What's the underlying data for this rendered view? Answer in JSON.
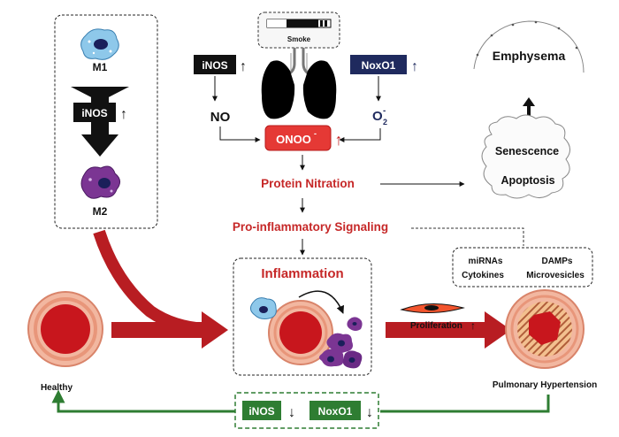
{
  "colors": {
    "dark_red": "#b81d22",
    "nitration_red": "#c62828",
    "onoo_box": "#e53935",
    "green": "#2e7d32",
    "navy": "#1f2a5e",
    "m1_blue": "#8ec8ea",
    "m2_purple": "#6a2a85",
    "vessel_pink": "#f2b7a0",
    "vessel_core": "#c8161d"
  },
  "macrophage_panel": {
    "m1_label": "M1",
    "inos_label": "iNOS",
    "up_arrow": "↑",
    "m2_label": "M2"
  },
  "smoke": {
    "label": "Smoke"
  },
  "inos_box": {
    "label": "iNOS",
    "arrow": "↑"
  },
  "noxo1_box": {
    "label": "NoxO1",
    "arrow": "↑"
  },
  "no_label": "NO",
  "o2_label": {
    "base": "O",
    "sub": "2",
    "sup": "-"
  },
  "onoo": {
    "base": "ONOO",
    "sup": "-",
    "arrow": "↑"
  },
  "protein_nitration": "Protein Nitration",
  "pro_inflammatory": "Pro-inflammatory Signaling",
  "emphysema": "Emphysema",
  "senescence": "Senescence",
  "apoptosis": "Apoptosis",
  "signals_box": {
    "mirnas": "miRNAs",
    "damps": "DAMPs",
    "cytokines": "Cytokines",
    "microvesicles": "Microvesicles"
  },
  "inflammation": "Inflammation",
  "proliferation": {
    "label": "Proliferation",
    "arrow": "↑"
  },
  "healthy": "Healthy",
  "pulmonary_hypertension": "Pulmonary Hypertension",
  "bottom_box": {
    "inos_label": "iNOS",
    "noxo1_label": "NoxO1",
    "down_arrow": "↓"
  }
}
